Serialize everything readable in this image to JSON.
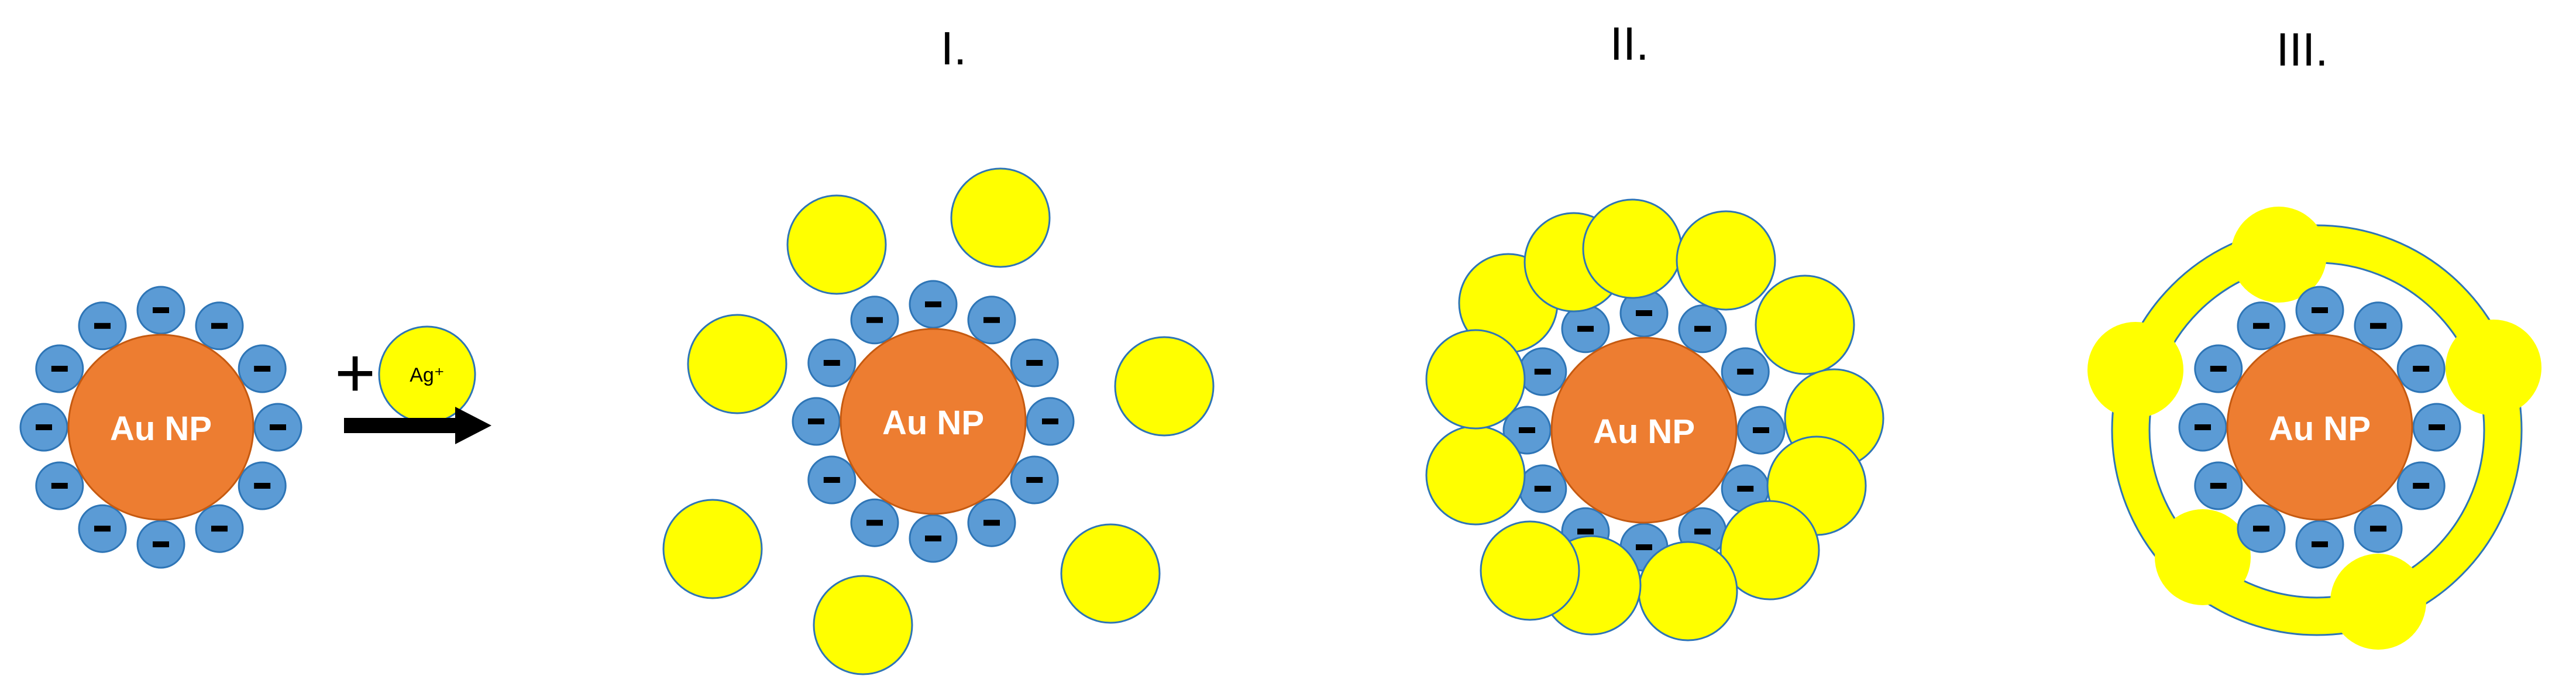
{
  "panels": {
    "stage1": "I.",
    "stage2": "II.",
    "stage3": "III."
  },
  "nanoparticle": {
    "core_label": "Au NP",
    "ligand_charge": "-"
  },
  "reagent": {
    "plus": "+",
    "ion_label": "Ag⁺"
  },
  "colors": {
    "gold_core": "#ED7D31",
    "ligand": "#5B9BD5",
    "silver": "#FFFF00",
    "outline": "#2E75B6",
    "arrow": "#000000"
  }
}
